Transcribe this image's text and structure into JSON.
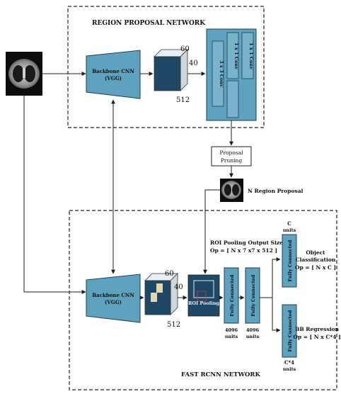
{
  "rpn": {
    "title": "REGION PROPOSAL NETWORK",
    "backbone_line1": "Backbone CNN",
    "backbone_line2": "(VGG)",
    "dim_h": "60",
    "dim_w": "40",
    "dim_c": "512",
    "conv_3x3": "3 x 3 Conv",
    "conv_1x1_a": "1 x 1 Conv",
    "conv_1x1_b": "1 x 1 Conv"
  },
  "pruning": {
    "line1": "Proposal",
    "line2": "Pruning"
  },
  "proposal_label": "N Region Proposal",
  "frcnn": {
    "title": "FAST RCNN NETWORK",
    "backbone_line1": "Backbone CNN",
    "backbone_line2": "(VGG)",
    "dim_h": "60",
    "dim_w": "40",
    "dim_c": "512",
    "roi_pool_label": "ROI Pooling",
    "roi_output_line1": "ROI Pooling Output Size",
    "roi_output_line2": "Op = [ N x 7 x7 x 512 ]",
    "fc1": "Fully Connected",
    "fc1_units_a": "4096",
    "fc1_units_b": "units",
    "fc2": "Fully Connected",
    "fc2_units_a": "4096",
    "fc2_units_b": "units",
    "fc_cls": "Fully Connected",
    "fc_cls_top_a": "C",
    "fc_cls_top_b": "units",
    "cls_line1": "Object",
    "cls_line2": "Classification",
    "cls_line3": "Op = [ N x C ]",
    "fc_bb": "Fully Connected",
    "fc_bb_bottom_a": "C*4",
    "fc_bb_bottom_b": "units",
    "bb_line1": "BB Regression",
    "bb_line2": "Op = [ N x C*4 ]"
  }
}
